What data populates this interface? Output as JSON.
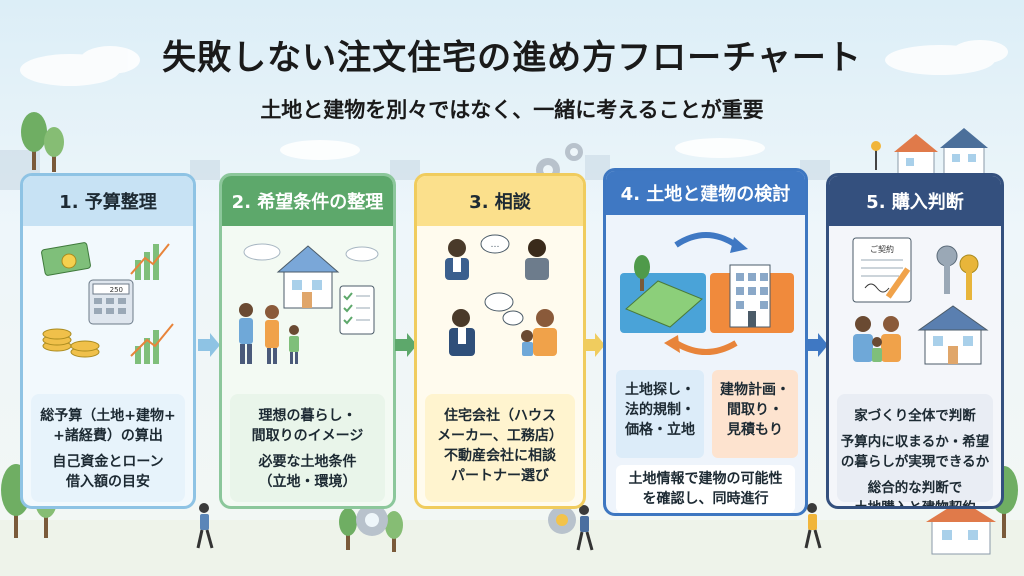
{
  "title": "失敗しない注文住宅の進め方フローチャート",
  "subtitle": "土地と建物を別々ではなく、一緒に考えることが重要",
  "steps": [
    {
      "heading": "1. 予算整理",
      "lines": [
        "総予算（土地+建物+",
        "+諸経費）の算出",
        "自己資金とローン",
        "借入額の目安"
      ]
    },
    {
      "heading": "2. 希望条件の整理",
      "lines": [
        "理想の暮らし・",
        "間取りのイメージ",
        "必要な土地条件",
        "（立地・環境）"
      ]
    },
    {
      "heading": "3. 相談",
      "lines": [
        "住宅会社（ハウス",
        "メーカー、工務店）",
        "不動産会社に相談",
        "パートナー選び"
      ]
    },
    {
      "heading": "4. 土地と建物の検討",
      "land_lines": [
        "土地探し・",
        "法的規制・",
        "価格・立地"
      ],
      "building_lines": [
        "建物計画・",
        "間取り・",
        "見積もり"
      ],
      "bottom_lines": [
        "土地情報で建物の可能性",
        "を確認し、同時進行"
      ]
    },
    {
      "heading": "5. 購入判断",
      "lines": [
        "家づくり全体で判断",
        "予算内に収まるか・希望",
        "の暮らしが実現できるか",
        "総合的な判断で",
        "土地購入と建物契約"
      ]
    }
  ],
  "illustration_text": {
    "calculator_display": "250",
    "contract_heading": "ご契約"
  },
  "colors": {
    "step1": "#8ec3e4",
    "step2": "#5da86b",
    "step3": "#f0cc5e",
    "step4": "#3f78c3",
    "step5": "#34507e",
    "arrow_orange": "#e8843a",
    "arrow_blue": "#3f78c3"
  }
}
